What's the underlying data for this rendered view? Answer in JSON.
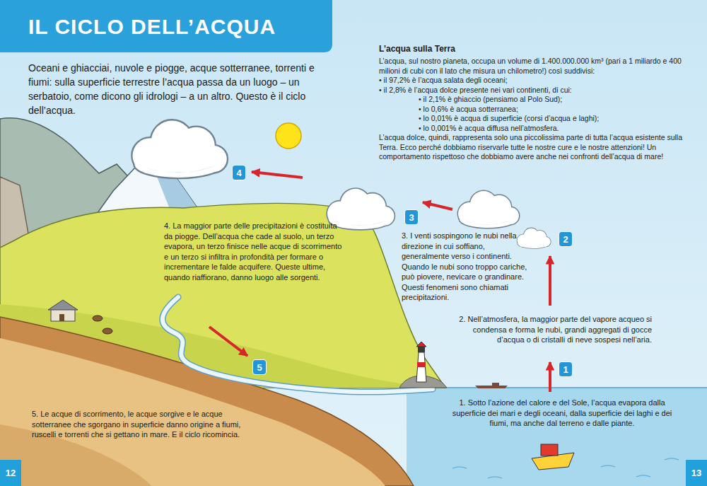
{
  "diagram": {
    "title": "IL CICLO DELL’ACQUA",
    "nodes": [
      {
        "text": [
          "4"
        ]
      },
      {
        "text": [
          "3"
        ]
      },
      {
        "text": [
          "2"
        ]
      },
      {
        "text": [
          "5"
        ]
      },
      {
        "text": [
          "1"
        ]
      },
      {
        "text": [
          "12"
        ]
      },
      {
        "text": [
          "13"
        ]
      }
    ],
    "labels": [
      "Oceani e ghiacciai, nuvole e piogge, acque sotterranee, torrenti e fiumi: sulla superficie terrestre l’acqua passa da un luogo – un serbatoio, come dicono gli idrologi – a un altro. Questo è il ciclo dell’acqua.",
      "L’acqua sulla Terra",
      "L’acqua, sul nostro pianeta, occupa un volume di 1.400.000.000 km³ (pari a 1 miliardo e 400 milioni di cubi con il lato che misura un chilometro!) così suddivisi:",
      "• il 97,2% è l’acqua salata degli oceani;",
      "• il 2,8% è l’acqua dolce presente nei vari continenti, di cui:",
      "• il 2,1% è ghiaccio (pensiamo al Polo Sud);",
      "• lo 0,6% è acqua sotterranea;",
      "• lo 0,01% è acqua di superficie (corsi d’acqua e laghi);",
      "• lo 0,001% è acqua diffusa nell’atmosfera.",
      "L’acqua dolce, quindi, rappresenta solo una piccolissima parte di tutta l’acqua esistente sulla Terra. Ecco perché dobbiamo riservarle tutte le nostre cure e le nostre attenzioni! Un comportamento rispettoso che dobbiamo avere anche nei confronti dell’acqua di mare!",
      "4. La maggior parte delle precipitazioni è costituita da piogge. Dell’acqua che cade al suolo, un terzo evapora, un terzo finisce nelle acque di scorrimento e un terzo si infiltra in profondità per formare o incrementare le falde acquifere. Queste ultime, quando riaffiorano, danno luogo alle sorgenti.",
      "3. I venti sospingono le nubi nella direzione in cui soffiano, generalmente verso i continenti. Quando le nubi sono troppo cariche, può piovere, nevicare o grandinare. Questi fenomeni sono chiamati precipitazioni.",
      "2. Nell’atmosfera, la maggior parte del vapore acqueo si condensa e forma le nubi, grandi aggregati di gocce d’acqua o di cristalli di neve sospesi nell’aria.",
      "1. Sotto l’azione del calore e del Sole, l’acqua evapora dalla superficie dei mari e degli oceani, dalla superficie dei laghi e dei fiumi, ma anche dal terreno e dalle piante.",
      "5. Le acque di scorrimento, le acque sorgive e le acque sotterranee che sgorgano in superficie danno origine a fiumi, ruscelli e torrenti che si gettano in mare. E il ciclo ricomincia."
    ]
  }
}
